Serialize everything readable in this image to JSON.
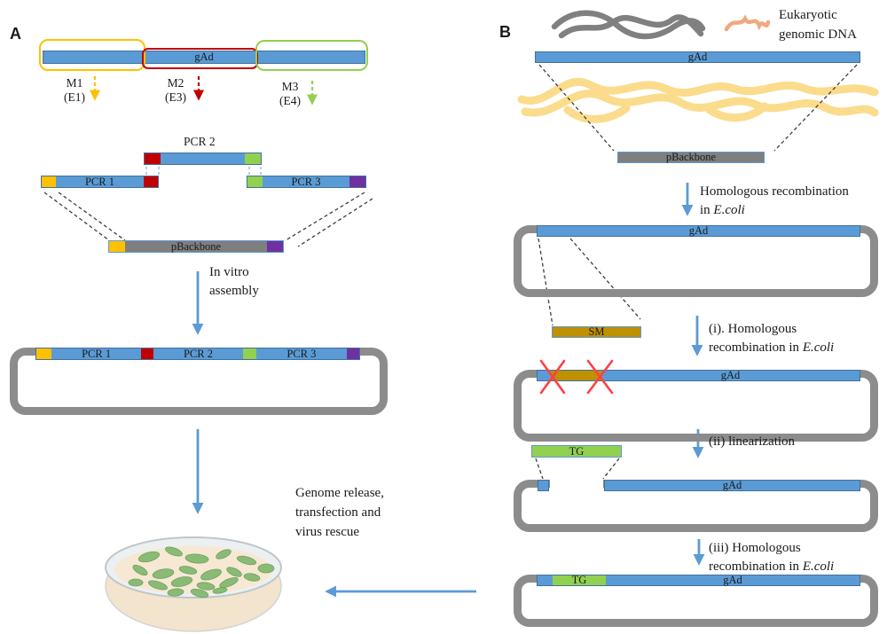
{
  "colors": {
    "bar_blue": "#5B9BD5",
    "bar_border": "#41719C",
    "yellow": "#FFC000",
    "red": "#C00000",
    "green": "#92D050",
    "purple": "#7030A0",
    "plasmid_gray": "#8C8C8C",
    "olive_sm": "#BF9000",
    "arrow_blue": "#5B9BD5",
    "cross_red": "#FF4040"
  },
  "panel_a": {
    "label": "A",
    "construct": {
      "gad_label": "gAd"
    },
    "mutations": [
      {
        "name": "M1",
        "site": "(E1)"
      },
      {
        "name": "M2",
        "site": "(E3)"
      },
      {
        "name": "M3",
        "site": "(E4)"
      }
    ],
    "fragments": {
      "pcr2_title": "PCR 2",
      "pcr1": "PCR 1",
      "pcr3": "PCR 3",
      "pbackbone": "pBackbone"
    },
    "in_vitro": {
      "line1": "In vitro",
      "line2": "assembly"
    },
    "plasmid": {
      "pcr1": "PCR 1",
      "pcr2": "PCR 2",
      "pcr3": "PCR 3"
    },
    "genome_release": {
      "line1": "Genome release,",
      "line2": "transfection and",
      "line3": "virus rescue"
    }
  },
  "panel_b": {
    "label": "B",
    "eukaryotic": {
      "line1": "Eukaryotic",
      "line2": "genomic DNA"
    },
    "gad_top": "gAd",
    "pbackbone": "pBackbone",
    "sm_label": "SM",
    "tg_label": "TG",
    "steps": {
      "hr": {
        "line1": "Homologous recombination",
        "line2_prefix": "in ",
        "line2_italic": "E.coli"
      },
      "i": {
        "line1": "(i). Homologous",
        "line2_prefix": "recombination in ",
        "line2_italic": "E.coli"
      },
      "ii": {
        "label": "(ii) linearization"
      },
      "iii": {
        "line1": "(iii) Homologous",
        "line2_prefix": "recombination in ",
        "line2_italic": "E.coli"
      }
    },
    "plasmids": {
      "p1_gad": "gAd",
      "p2_gad": "gAd",
      "p3_gad": "gAd",
      "p4_gad": "gAd",
      "p4_tg": "TG"
    }
  }
}
